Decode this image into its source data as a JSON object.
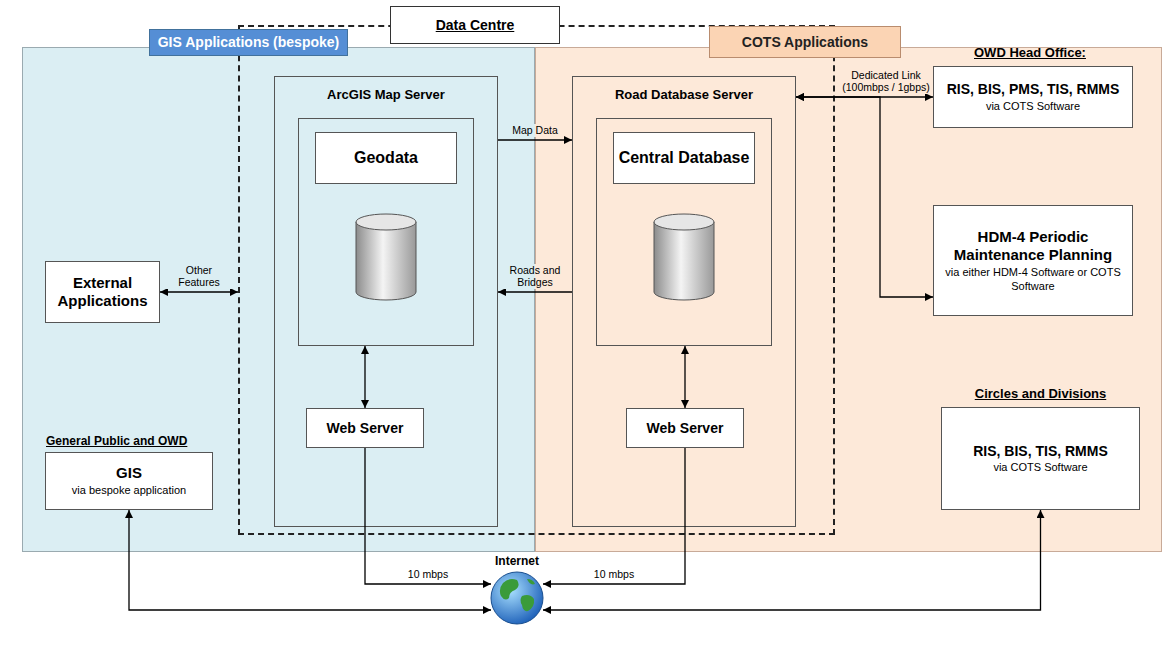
{
  "diagram": {
    "nodes": [
      {
        "text": [
          "GIS Applications (bespoke)"
        ]
      },
      {
        "text": [
          "COTS Applications"
        ]
      },
      {
        "text": [
          "Data Centre"
        ]
      },
      {
        "text": [
          "ArcGIS Map Server"
        ],
        "in": 0
      },
      {
        "text": [
          "Geodata"
        ],
        "in": 3
      },
      {
        "text": [
          "Web Server"
        ],
        "in": 3
      },
      {
        "text": [
          "External Applications"
        ],
        "in": 0
      },
      {
        "text": [
          "General Public and OWD",
          "GIS",
          "via bespoke application"
        ],
        "in": 0
      },
      {
        "text": [
          "Road Database Server"
        ],
        "in": 1
      },
      {
        "text": [
          "Central Database"
        ],
        "in": 8
      },
      {
        "text": [
          "Web Server"
        ],
        "in": 8
      },
      {
        "text": [
          "OWD Head Office:",
          "RIS, BIS, PMS, TIS, RMMS",
          "via COTS Software"
        ],
        "in": 1
      },
      {
        "text": [
          "HDM-4 Periodic Maintenance Planning",
          "via either HDM-4 Software or COTS Software"
        ],
        "in": 1
      },
      {
        "text": [
          "Circles and Divisions",
          "RIS, BIS, TIS, RMMS",
          "via COTS Software"
        ],
        "in": 1
      },
      {
        "text": [
          "Internet"
        ]
      }
    ],
    "edges": [
      {
        "from": 6,
        "to": 2,
        "label": "Other Features",
        "arrow": "both"
      },
      {
        "from": 3,
        "to": 8,
        "label": "Map Data",
        "arrow": "to"
      },
      {
        "from": 8,
        "to": 3,
        "label": "Roads and Bridges",
        "arrow": "to"
      },
      {
        "from": 4,
        "to": 5,
        "arrow": "both"
      },
      {
        "from": 9,
        "to": 10,
        "arrow": "both"
      },
      {
        "from": 5,
        "to": 14,
        "label": "10 mbps",
        "arrow": "to"
      },
      {
        "from": 10,
        "to": 14,
        "label": "10 mbps",
        "arrow": "to"
      },
      {
        "from": 7,
        "to": 14,
        "arrow": "both"
      },
      {
        "from": 13,
        "to": 14,
        "arrow": "both"
      },
      {
        "from": 8,
        "to": 11,
        "label": "Dedicated Link (100mbps / 1gbps)",
        "arrow": "both"
      },
      {
        "from": 8,
        "to": 12,
        "arrow": "both"
      }
    ]
  }
}
